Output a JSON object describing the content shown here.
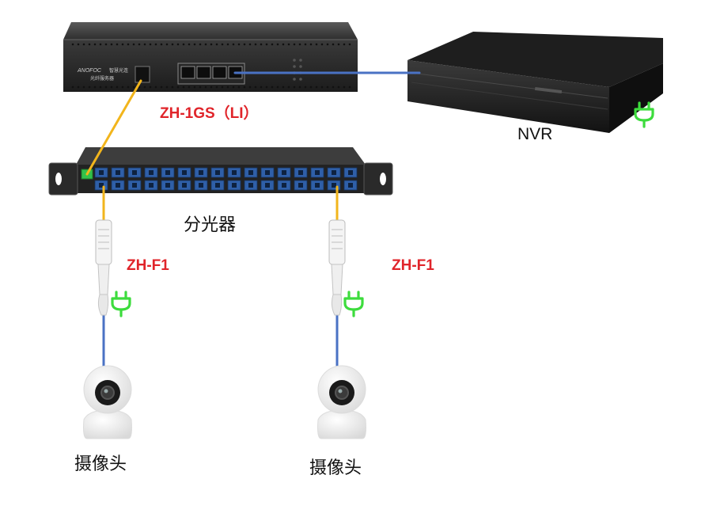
{
  "devices": {
    "olt_brand": "ANOFOC",
    "olt_brand_cn_line1": "智慧光连",
    "olt_brand_cn_line2": "光纤服务器",
    "olt_model": "ZH-1GS（LI）",
    "nvr": "NVR",
    "splitter": "分光器",
    "onu_left": "ZH-F1",
    "onu_right": "ZH-F1",
    "camera_left": "摄像头",
    "camera_right": "摄像头"
  },
  "colors": {
    "fiber": "#f2b51c",
    "ethernet": "#4a72c4",
    "label_red": "#e0242a",
    "power_icon": "#3ddc3d",
    "device_dark": "#2b2b2b"
  },
  "icons": [
    "power-plug-icon",
    "power-plug-icon",
    "power-plug-icon"
  ]
}
